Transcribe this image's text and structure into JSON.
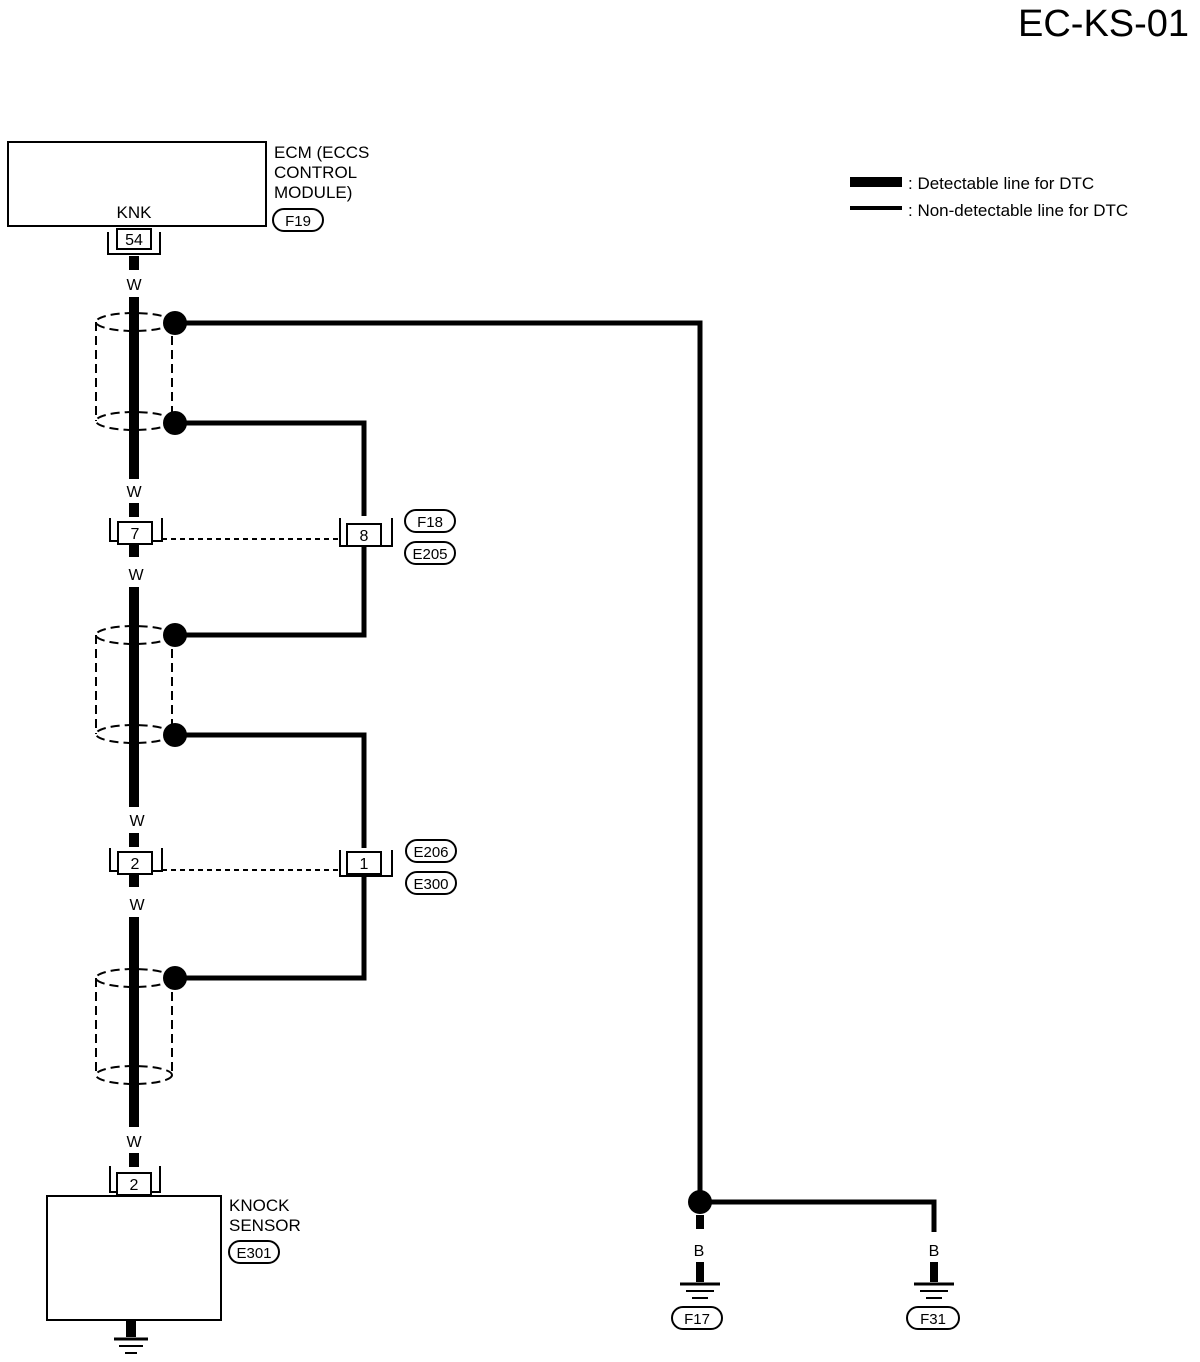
{
  "page_title": "EC-KS-01",
  "legend": {
    "detectable": ": Detectable line for DTC",
    "non_detectable": ": Non-detectable line for DTC"
  },
  "ecm": {
    "name_lines": [
      "ECM (ECCS",
      "CONTROL",
      "MODULE)"
    ],
    "connector": "F19",
    "terminal_name": "KNK",
    "terminal_no": "54"
  },
  "wire_colors": {
    "white": "W",
    "black": "B"
  },
  "joint_1": {
    "pin_left": "7",
    "pin_right": "8",
    "connectors": [
      "F18",
      "E205"
    ]
  },
  "joint_2": {
    "pin_left": "2",
    "pin_right": "1",
    "connectors": [
      "E206",
      "E300"
    ]
  },
  "knock_sensor": {
    "name_lines": [
      "KNOCK",
      "SENSOR"
    ],
    "connector": "E301",
    "terminal_no": "2"
  },
  "grounds": [
    "F17",
    "F31"
  ]
}
